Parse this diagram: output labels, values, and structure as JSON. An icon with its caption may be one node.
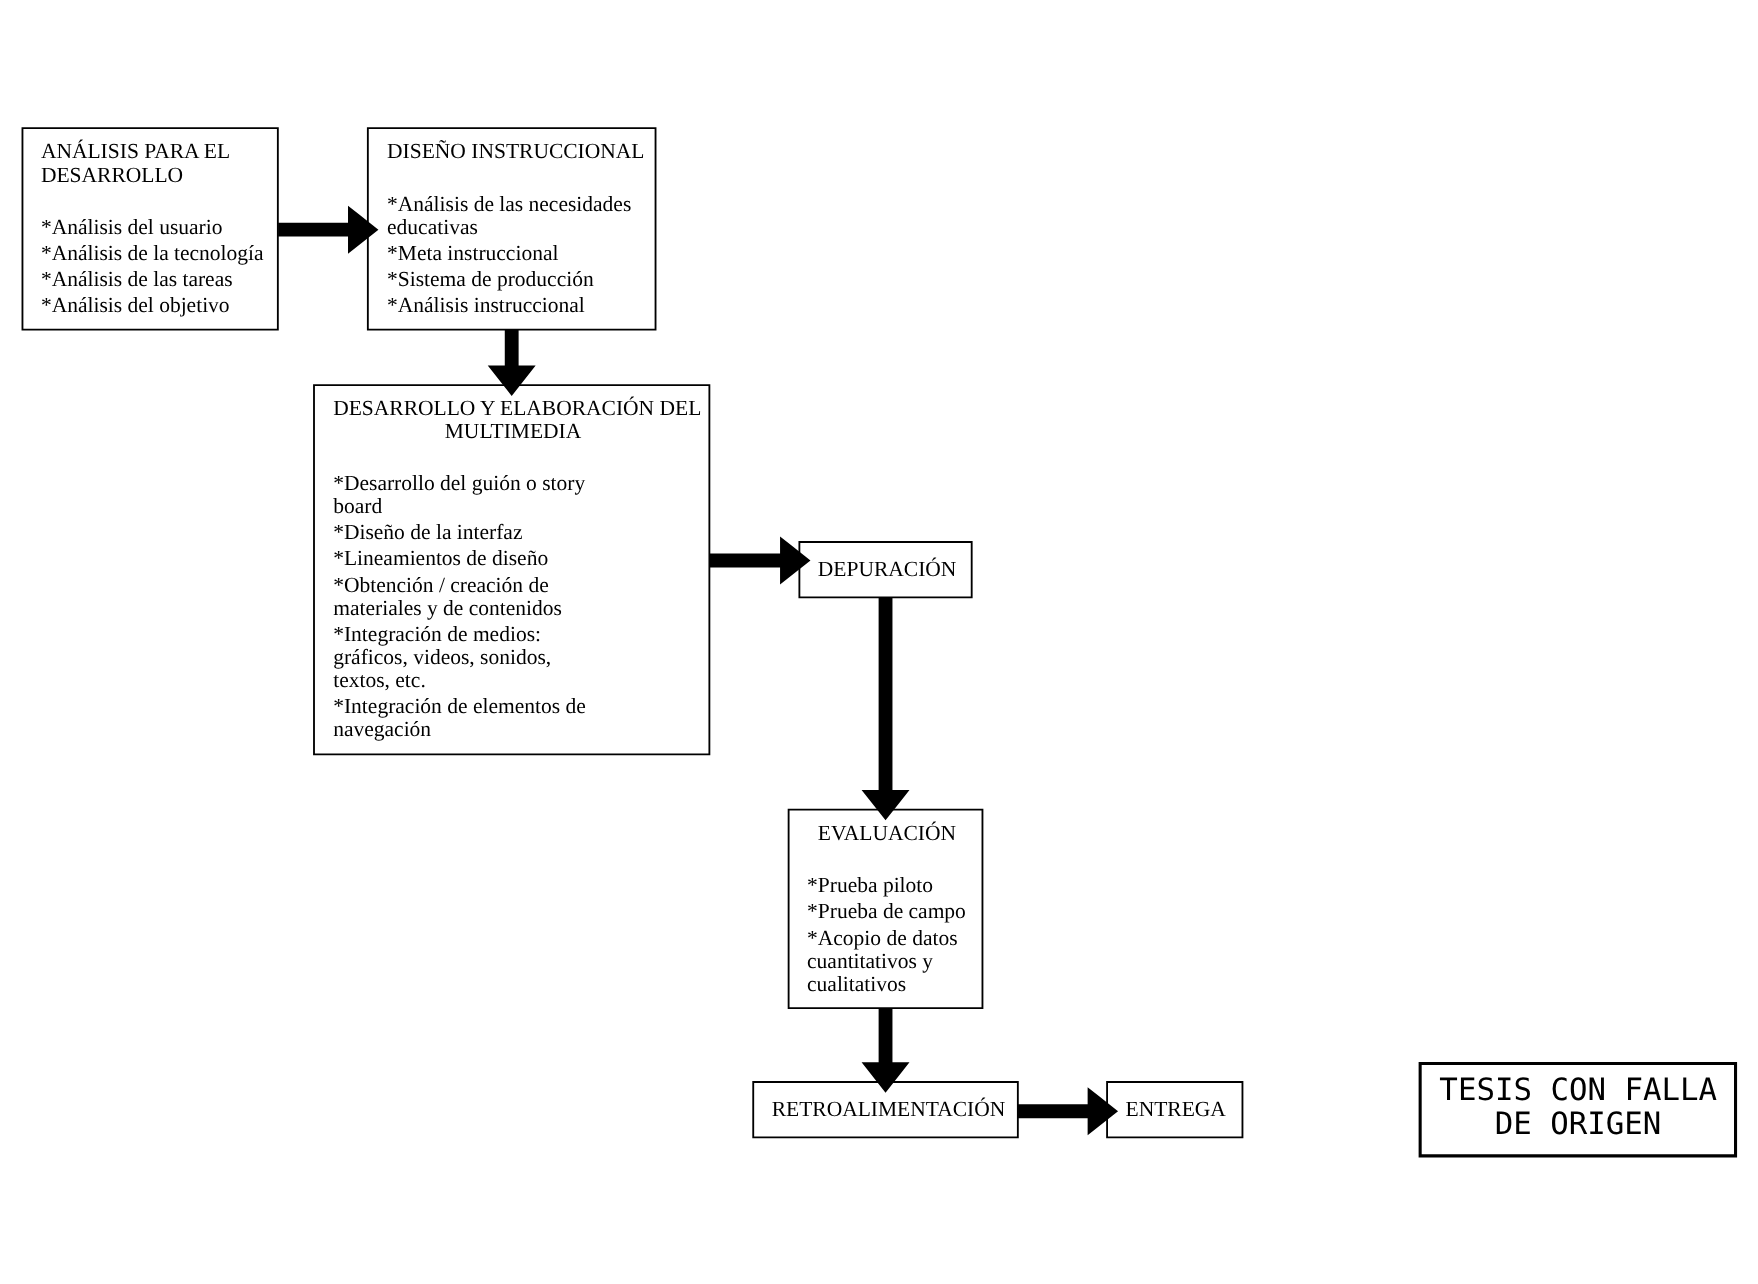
{
  "diagram": {
    "nodes": [
      {
        "text": [
          "ANÁLISIS PARA EL DESARROLLO",
          "*Análisis del usuario",
          "*Análisis de la tecnología",
          "*Análisis de las tareas",
          "*Análisis del objetivo"
        ]
      },
      {
        "text": [
          "DISEÑO INSTRUCCIONAL",
          "*Análisis de las necesidades educativas",
          "*Meta instruccional",
          "*Sistema de producción",
          "*Análisis instruccional"
        ]
      },
      {
        "text": [
          "DESARROLLO Y ELABORACIÓN DEL MULTIMEDIA",
          "*Desarrollo del guión o story board",
          "*Diseño de la interfaz",
          "*Lineamientos de diseño",
          "*Obtención / creación de materiales y de contenidos",
          "*Integración de medios: gráficos, videos, sonidos, textos, etc.",
          "*Integración de elementos de navegación"
        ]
      },
      {
        "text": [
          "DEPURACIÓN"
        ]
      },
      {
        "text": [
          "EVALUACIÓN",
          "*Prueba piloto",
          "*Prueba de campo",
          "*Acopio de datos cuantitativos y cualitativos"
        ]
      },
      {
        "text": [
          "RETROALIMENTACIÓN"
        ]
      },
      {
        "text": [
          "ENTREGA"
        ]
      },
      {
        "text": [
          "TESIS CON FALLA DE ORIGEN"
        ]
      }
    ],
    "edges": [
      {
        "from": 0,
        "to": 1,
        "arrow": "to"
      },
      {
        "from": 1,
        "to": 2,
        "arrow": "to"
      },
      {
        "from": 2,
        "to": 3,
        "arrow": "to"
      },
      {
        "from": 3,
        "to": 4,
        "arrow": "to"
      },
      {
        "from": 4,
        "to": 5,
        "arrow": "to"
      },
      {
        "from": 5,
        "to": 6,
        "arrow": "to"
      }
    ]
  }
}
